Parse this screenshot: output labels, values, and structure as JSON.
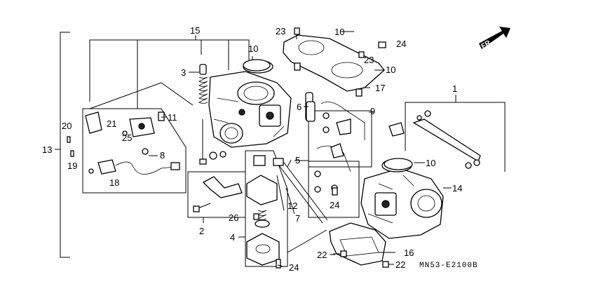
{
  "diagram": {
    "direction_label": "FR.",
    "drawing_code": "MN53-E2100B",
    "part_labels": [
      {
        "id": "l1",
        "text": "1"
      },
      {
        "id": "l2",
        "text": "2"
      },
      {
        "id": "l3",
        "text": "3"
      },
      {
        "id": "l4",
        "text": "4"
      },
      {
        "id": "l5",
        "text": "5"
      },
      {
        "id": "l6",
        "text": "6"
      },
      {
        "id": "l7",
        "text": "7"
      },
      {
        "id": "l8",
        "text": "8"
      },
      {
        "id": "l9",
        "text": "9"
      },
      {
        "id": "l10a",
        "text": "10"
      },
      {
        "id": "l10b",
        "text": "10"
      },
      {
        "id": "l10c",
        "text": "10"
      },
      {
        "id": "l10d",
        "text": "10"
      },
      {
        "id": "l11",
        "text": "11"
      },
      {
        "id": "l12",
        "text": "12"
      },
      {
        "id": "l13",
        "text": "13"
      },
      {
        "id": "l14",
        "text": "14"
      },
      {
        "id": "l15",
        "text": "15"
      },
      {
        "id": "l16",
        "text": "16"
      },
      {
        "id": "l17",
        "text": "17"
      },
      {
        "id": "l18",
        "text": "18"
      },
      {
        "id": "l19",
        "text": "19"
      },
      {
        "id": "l20",
        "text": "20"
      },
      {
        "id": "l21",
        "text": "21"
      },
      {
        "id": "l22a",
        "text": "22"
      },
      {
        "id": "l22b",
        "text": "22"
      },
      {
        "id": "l23a",
        "text": "23"
      },
      {
        "id": "l23b",
        "text": "23"
      },
      {
        "id": "l24a",
        "text": "24"
      },
      {
        "id": "l24b",
        "text": "24"
      },
      {
        "id": "l24c",
        "text": "24"
      },
      {
        "id": "l25",
        "text": "25"
      },
      {
        "id": "l26",
        "text": "26"
      }
    ]
  }
}
